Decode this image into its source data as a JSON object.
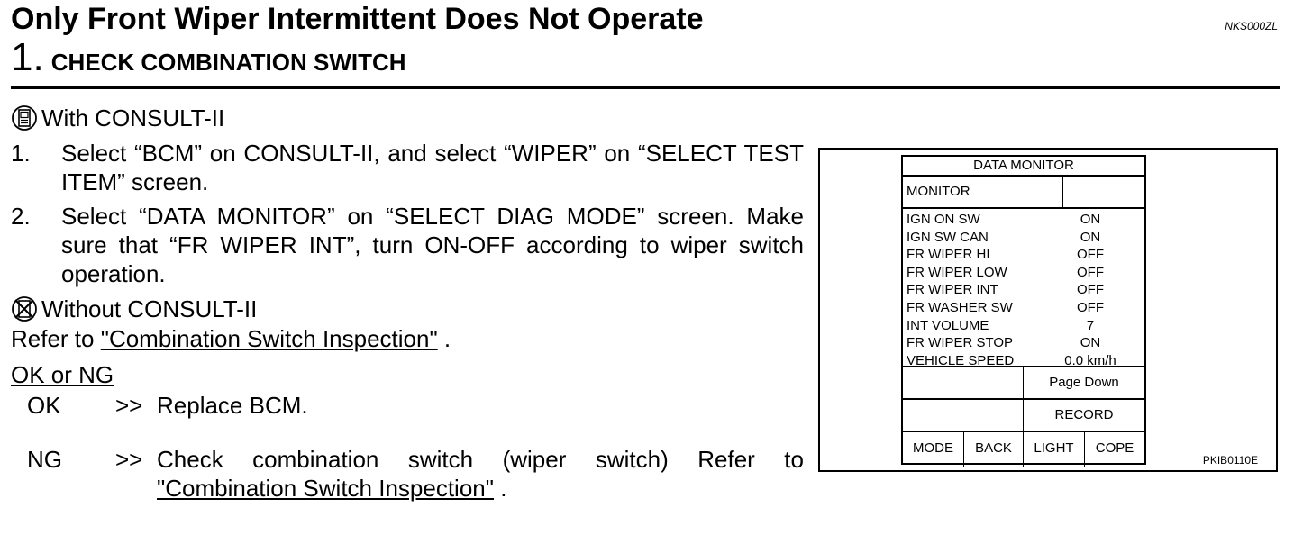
{
  "header": {
    "title": "Only Front Wiper Intermittent Does Not Operate",
    "doc_code": "NKS000ZL",
    "step_number": "1.",
    "step_title": "CHECK COMBINATION SWITCH"
  },
  "content": {
    "with_consult": "With CONSULT-II",
    "steps": [
      {
        "num": "1.",
        "text": "Select “BCM” on CONSULT-II, and select “WIPER” on “SELECT TEST ITEM” screen."
      },
      {
        "num": "2.",
        "text": "Select “DATA MONITOR” on “SELECT DIAG MODE” screen. Make sure that “FR WIPER INT”, turn ON-OFF according to wiper switch operation."
      }
    ],
    "without_consult": "Without CONSULT-II",
    "refer_prefix": "Refer to ",
    "refer_link": "\"Combination Switch Inspection\"",
    "refer_suffix": " .",
    "ok_or_ng": "OK or NG",
    "ok_label": "OK",
    "ok_arrow": ">>",
    "ok_text": "Replace BCM.",
    "ng_label": "NG",
    "ng_arrow": ">>",
    "ng_text": "Check combination switch (wiper switch) Refer to ",
    "ng_link": "\"Combination Switch Inspection\"",
    "ng_suffix": " ."
  },
  "figure": {
    "code": "PKIB0110E",
    "screen_title": "DATA MONITOR",
    "monitor_label": "MONITOR",
    "rows": [
      {
        "name": "IGN ON SW",
        "value": "ON"
      },
      {
        "name": "IGN SW CAN",
        "value": "ON"
      },
      {
        "name": "FR WIPER HI",
        "value": "OFF"
      },
      {
        "name": "FR WIPER LOW",
        "value": "OFF"
      },
      {
        "name": "FR WIPER INT",
        "value": "OFF"
      },
      {
        "name": "FR WASHER SW",
        "value": "OFF"
      },
      {
        "name": "INT VOLUME",
        "value": "7"
      },
      {
        "name": "FR WIPER STOP",
        "value": "ON"
      },
      {
        "name": "VEHICLE SPEED",
        "value": "0.0  km/h"
      }
    ],
    "page_down": "Page Down",
    "record": "RECORD",
    "bottom_buttons": [
      "MODE",
      "BACK",
      "LIGHT",
      "COPE"
    ]
  }
}
